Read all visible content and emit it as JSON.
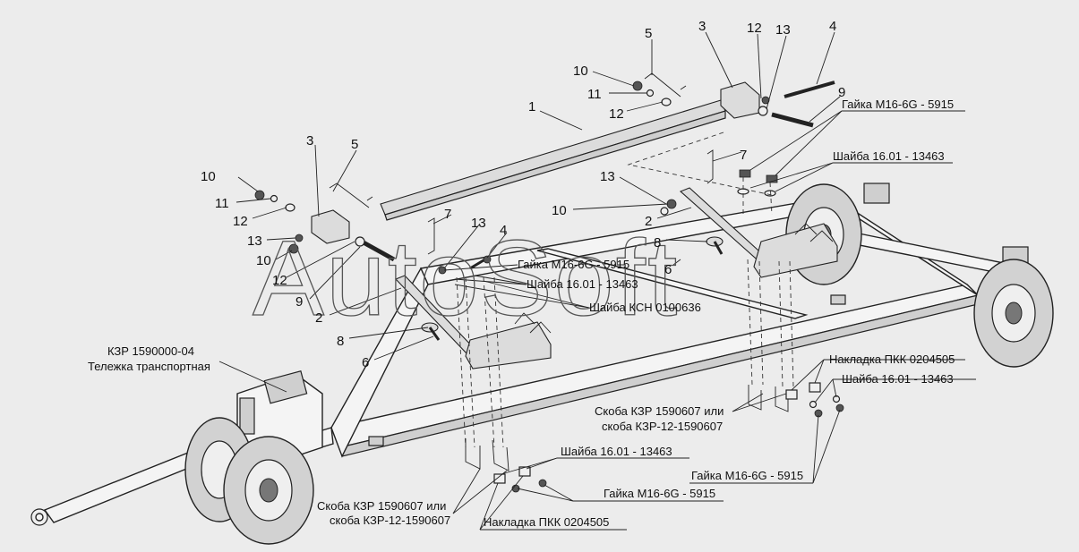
{
  "watermark": "AutoSoft",
  "part_numbers": {
    "n1": "1",
    "n2": "2",
    "n3": "3",
    "n4": "4",
    "n5": "5",
    "n6": "6",
    "n7": "7",
    "n8": "8",
    "n9": "9",
    "n10": "10",
    "n11": "11",
    "n12": "12",
    "n13": "13"
  },
  "labels": {
    "nut_m16": "Гайка М16-6G - 5915",
    "washer_16": "Шайба 16.01 - 13463",
    "washer_ksn": "Шайба КСН 0100636",
    "trolley_code": "КЗР 1590000-04",
    "trolley_name": "Тележка транспортная",
    "overlay_pkk": "Накладка ПКК 0204505",
    "bracket_line1": "Скоба КЗР 1590607 или",
    "bracket_line2": "скоба КЗР-12-1590607"
  }
}
